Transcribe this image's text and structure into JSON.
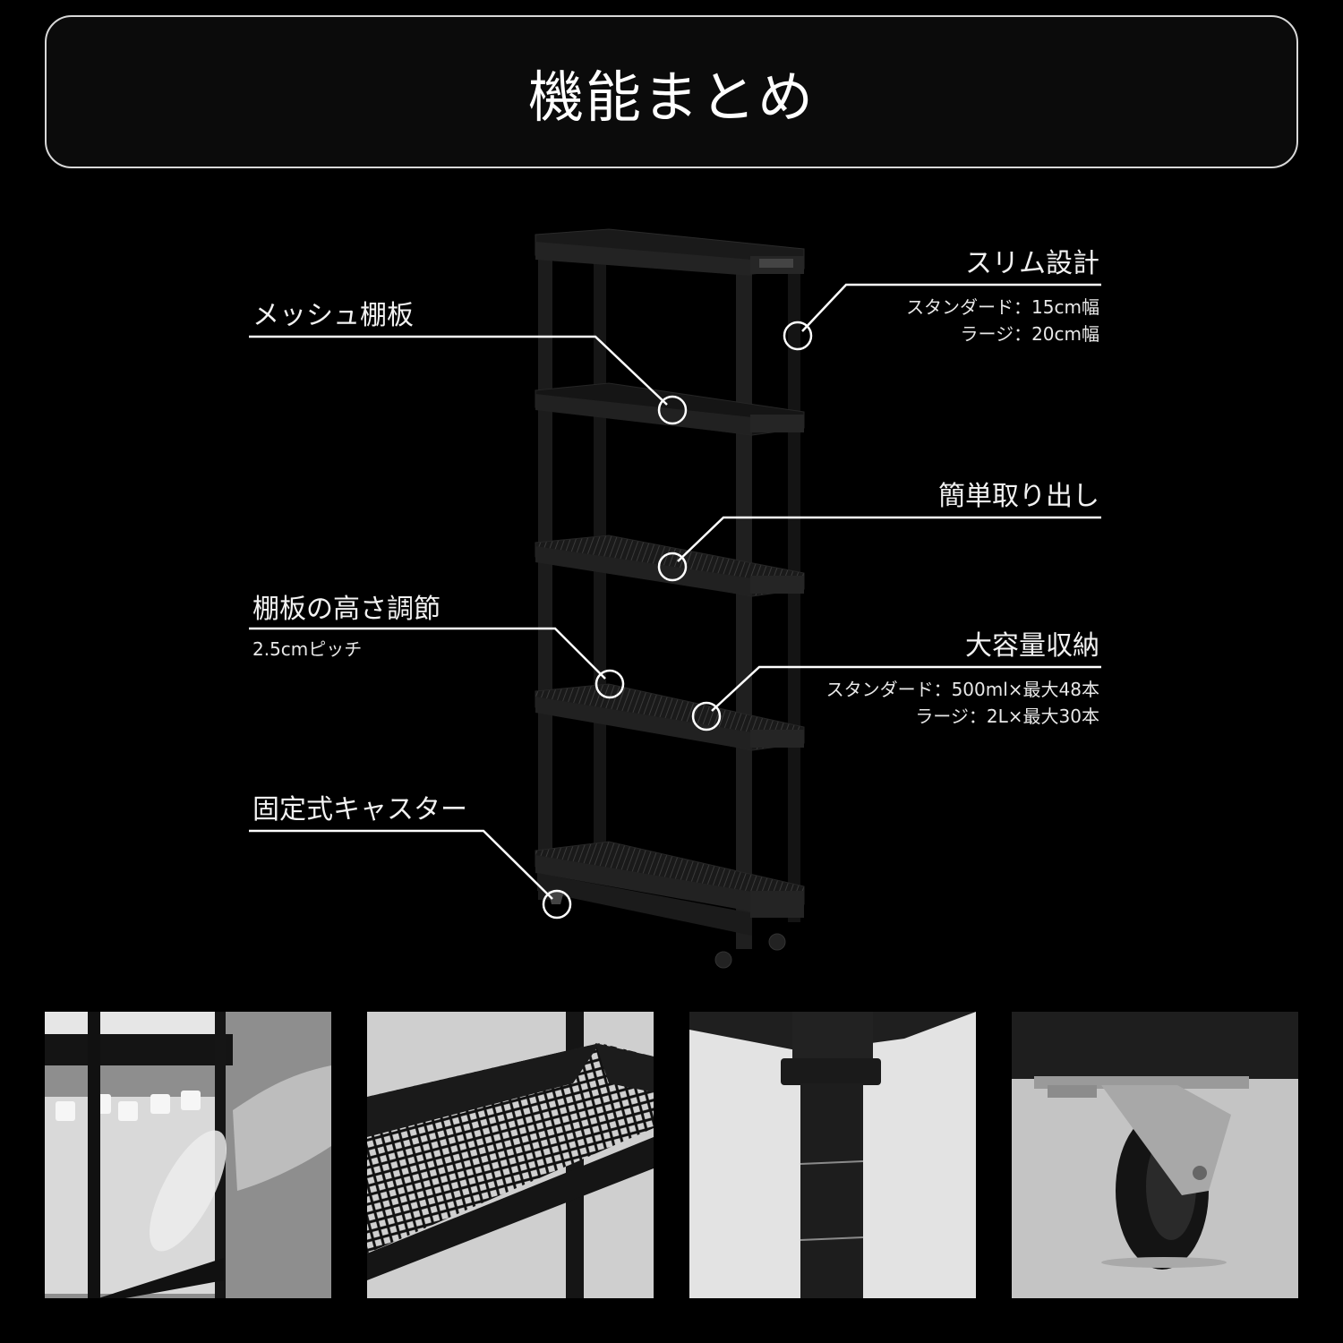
{
  "header": {
    "title": "機能まとめ"
  },
  "callouts": {
    "mesh": {
      "title": "メッシュ棚板"
    },
    "slim": {
      "title": "スリム設計",
      "lines": [
        "スタンダード：15cm幅",
        "ラージ：20cm幅"
      ]
    },
    "easy": {
      "title": "簡単取り出し"
    },
    "height": {
      "title": "棚板の高さ調節",
      "sub": "2.5cmピッチ"
    },
    "capacity": {
      "title": "大容量収納",
      "lines": [
        "スタンダード：500ml×最大48本",
        "ラージ：2L×最大30本"
      ]
    },
    "caster": {
      "title": "固定式キャスター"
    }
  },
  "photos": [
    {
      "subject": "bottles-hand-photo",
      "description": "Hand taking a water bottle from shelf"
    },
    {
      "subject": "mesh-shelf-photo",
      "description": "Close-up of black mesh shelf board"
    },
    {
      "subject": "pole-joint-photo",
      "description": "Close-up of pole with adjustment grooves"
    },
    {
      "subject": "caster-photo",
      "description": "Close-up of fixed caster wheel"
    }
  ],
  "colors": {
    "background": "#000000",
    "header_border": "#d8d8d8",
    "text": "#ffffff",
    "line": "#ffffff"
  }
}
